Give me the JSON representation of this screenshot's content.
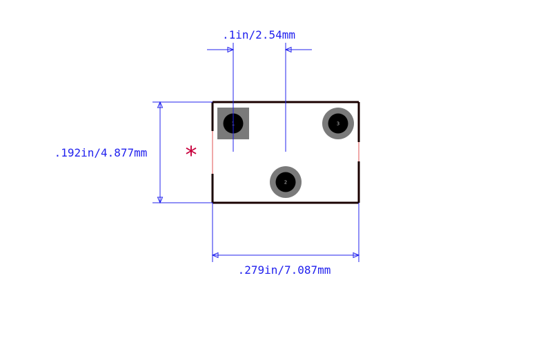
{
  "dimensions": {
    "pitch": ".1in/2.54mm",
    "height": ".192in/4.877mm",
    "width": ".279in/7.087mm"
  },
  "pin1_marker": "*",
  "pads": [
    {
      "number": "1",
      "shape": "square"
    },
    {
      "number": "2",
      "shape": "round"
    },
    {
      "number": "3",
      "shape": "round"
    }
  ],
  "colors": {
    "dimension_line": "#2020ee",
    "outline": "#1a0000",
    "outline_thin": "#e05050",
    "pad_copper": "#7a7a7a",
    "drill_hole": "#000000",
    "pin1_marker": "#c8003c"
  }
}
